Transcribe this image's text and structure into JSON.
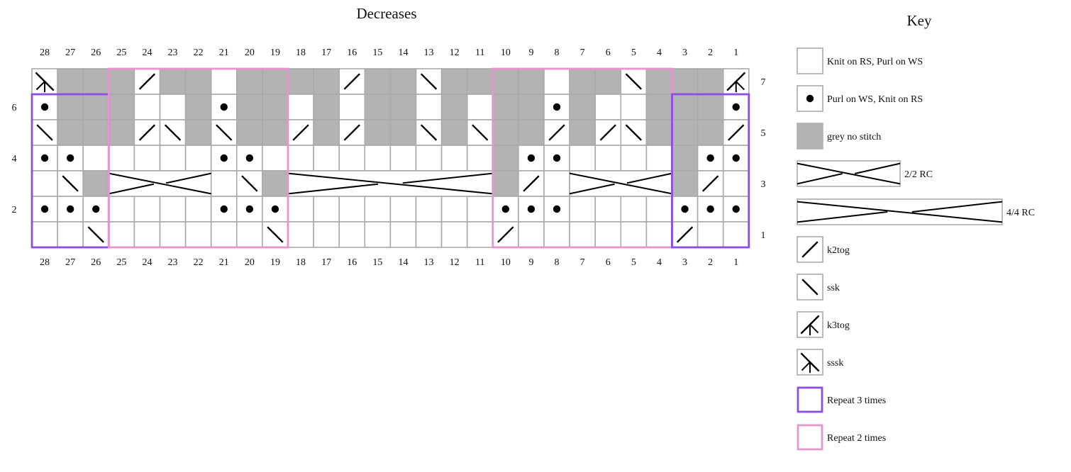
{
  "chart": {
    "title": "Decreases",
    "columns": [
      "28",
      "27",
      "26",
      "25",
      "24",
      "23",
      "22",
      "21",
      "20",
      "19",
      "18",
      "17",
      "16",
      "15",
      "14",
      "13",
      "12",
      "11",
      "10",
      "9",
      "8",
      "7",
      "6",
      "5",
      "4",
      "3",
      "2",
      "1"
    ],
    "right_row_labels": [
      {
        "row": 7,
        "label": "7"
      },
      {
        "row": 5,
        "label": "5"
      },
      {
        "row": 3,
        "label": "3"
      },
      {
        "row": 1,
        "label": "1"
      }
    ],
    "left_row_labels": [
      {
        "row": 6,
        "label": "6"
      },
      {
        "row": 4,
        "label": "4"
      },
      {
        "row": 2,
        "label": "2"
      }
    ],
    "rows_top_to_bottom": [
      {
        "row": 7,
        "cells": [
          "sssk",
          "g",
          "g",
          "g",
          "k2tog",
          "g",
          "g",
          "k",
          "g",
          "g",
          "g",
          "g",
          "k2tog",
          "g",
          "g",
          "ssk",
          "g",
          "g",
          "g",
          "g",
          "k",
          "g",
          "g",
          "ssk",
          "g",
          "g",
          "g",
          "k3tog"
        ]
      },
      {
        "row": 6,
        "cells": [
          "p",
          "g",
          "g",
          "g",
          "k",
          "k",
          "g",
          "p",
          "g",
          "g",
          "k",
          "g",
          "k",
          "g",
          "g",
          "k",
          "g",
          "k",
          "g",
          "g",
          "p",
          "g",
          "k",
          "k",
          "g",
          "g",
          "g",
          "p"
        ]
      },
      {
        "row": 5,
        "cells": [
          "ssk",
          "g",
          "g",
          "g",
          "k2tog",
          "ssk",
          "g",
          "ssk",
          "g",
          "g",
          "k2tog",
          "g",
          "k2tog",
          "g",
          "g",
          "ssk",
          "g",
          "ssk",
          "g",
          "g",
          "k2tog",
          "g",
          "k2tog",
          "ssk",
          "g",
          "g",
          "g",
          "k2tog"
        ]
      },
      {
        "row": 4,
        "cells": [
          "p",
          "p",
          "k",
          "k",
          "k",
          "k",
          "k",
          "p",
          "p",
          "k",
          "k",
          "k",
          "k",
          "k",
          "k",
          "k",
          "k",
          "k",
          "g",
          "p",
          "p",
          "k",
          "k",
          "k",
          "k",
          "g",
          "p",
          "p"
        ]
      },
      {
        "row": 3,
        "cells": [
          "k",
          "ssk",
          "g",
          "c2",
          "c2",
          "c2",
          "c2",
          "k",
          "ssk",
          "g",
          "c4",
          "c4",
          "c4",
          "c4",
          "c4",
          "c4",
          "c4",
          "c4",
          "g",
          "k2tog",
          "k",
          "c2",
          "c2",
          "c2",
          "c2",
          "g",
          "k2tog",
          "k"
        ]
      },
      {
        "row": 2,
        "cells": [
          "p",
          "p",
          "p",
          "k",
          "k",
          "k",
          "k",
          "p",
          "p",
          "p",
          "k",
          "k",
          "k",
          "k",
          "k",
          "k",
          "k",
          "k",
          "p",
          "p",
          "p",
          "k",
          "k",
          "k",
          "k",
          "p",
          "p",
          "p"
        ]
      },
      {
        "row": 1,
        "cells": [
          "k",
          "k",
          "ssk",
          "k",
          "k",
          "k",
          "k",
          "k",
          "k",
          "ssk",
          "k",
          "k",
          "k",
          "k",
          "k",
          "k",
          "k",
          "k",
          "k2tog",
          "k",
          "k",
          "k",
          "k",
          "k",
          "k",
          "k2tog",
          "k",
          "k"
        ]
      }
    ],
    "cables": [
      {
        "type": "2/2 RC",
        "row": 3,
        "columns": [
          25,
          24,
          23,
          22
        ]
      },
      {
        "type": "4/4 RC",
        "row": 3,
        "columns": [
          18,
          17,
          16,
          15,
          14,
          13,
          12,
          11
        ]
      },
      {
        "type": "2/2 RC",
        "row": 3,
        "columns": [
          7,
          6,
          5,
          4
        ]
      }
    ],
    "repeats": [
      {
        "label": "Repeat 3 times",
        "columns": [
          28,
          26
        ],
        "rows": [
          1,
          6
        ],
        "color": "#8a4fe0"
      },
      {
        "label": "Repeat 2 times",
        "columns": [
          25,
          19
        ],
        "rows": [
          1,
          7
        ],
        "color": "#e795cf"
      },
      {
        "label": "Repeat 2 times",
        "columns": [
          10,
          4
        ],
        "rows": [
          1,
          7
        ],
        "color": "#e795cf"
      },
      {
        "label": "Repeat 3 times",
        "columns": [
          3,
          1
        ],
        "rows": [
          1,
          6
        ],
        "color": "#8a4fe0"
      }
    ]
  },
  "key": {
    "title": "Key",
    "items": [
      {
        "symbol": "knit",
        "label": "Knit on RS, Purl on WS"
      },
      {
        "symbol": "purl",
        "label": "Purl on WS, Knit on RS"
      },
      {
        "symbol": "no-stitch",
        "label": "grey no stitch"
      },
      {
        "symbol": "2/2-rc",
        "label": "2/2 RC"
      },
      {
        "symbol": "4/4-rc",
        "label": "4/4 RC"
      },
      {
        "symbol": "k2tog",
        "label": "k2tog"
      },
      {
        "symbol": "ssk",
        "label": "ssk"
      },
      {
        "symbol": "k3tog",
        "label": "k3tog"
      },
      {
        "symbol": "sssk",
        "label": "sssk"
      },
      {
        "symbol": "repeat-purple",
        "label": "Repeat 3 times"
      },
      {
        "symbol": "repeat-pink",
        "label": "Repeat 2 times"
      }
    ]
  },
  "colors": {
    "grid_line": "#aaaaaa",
    "no_stitch": "#b3b3b3",
    "repeat_3": "#8a4fe0",
    "repeat_2": "#e795cf",
    "stitch_mark": "#000000"
  }
}
